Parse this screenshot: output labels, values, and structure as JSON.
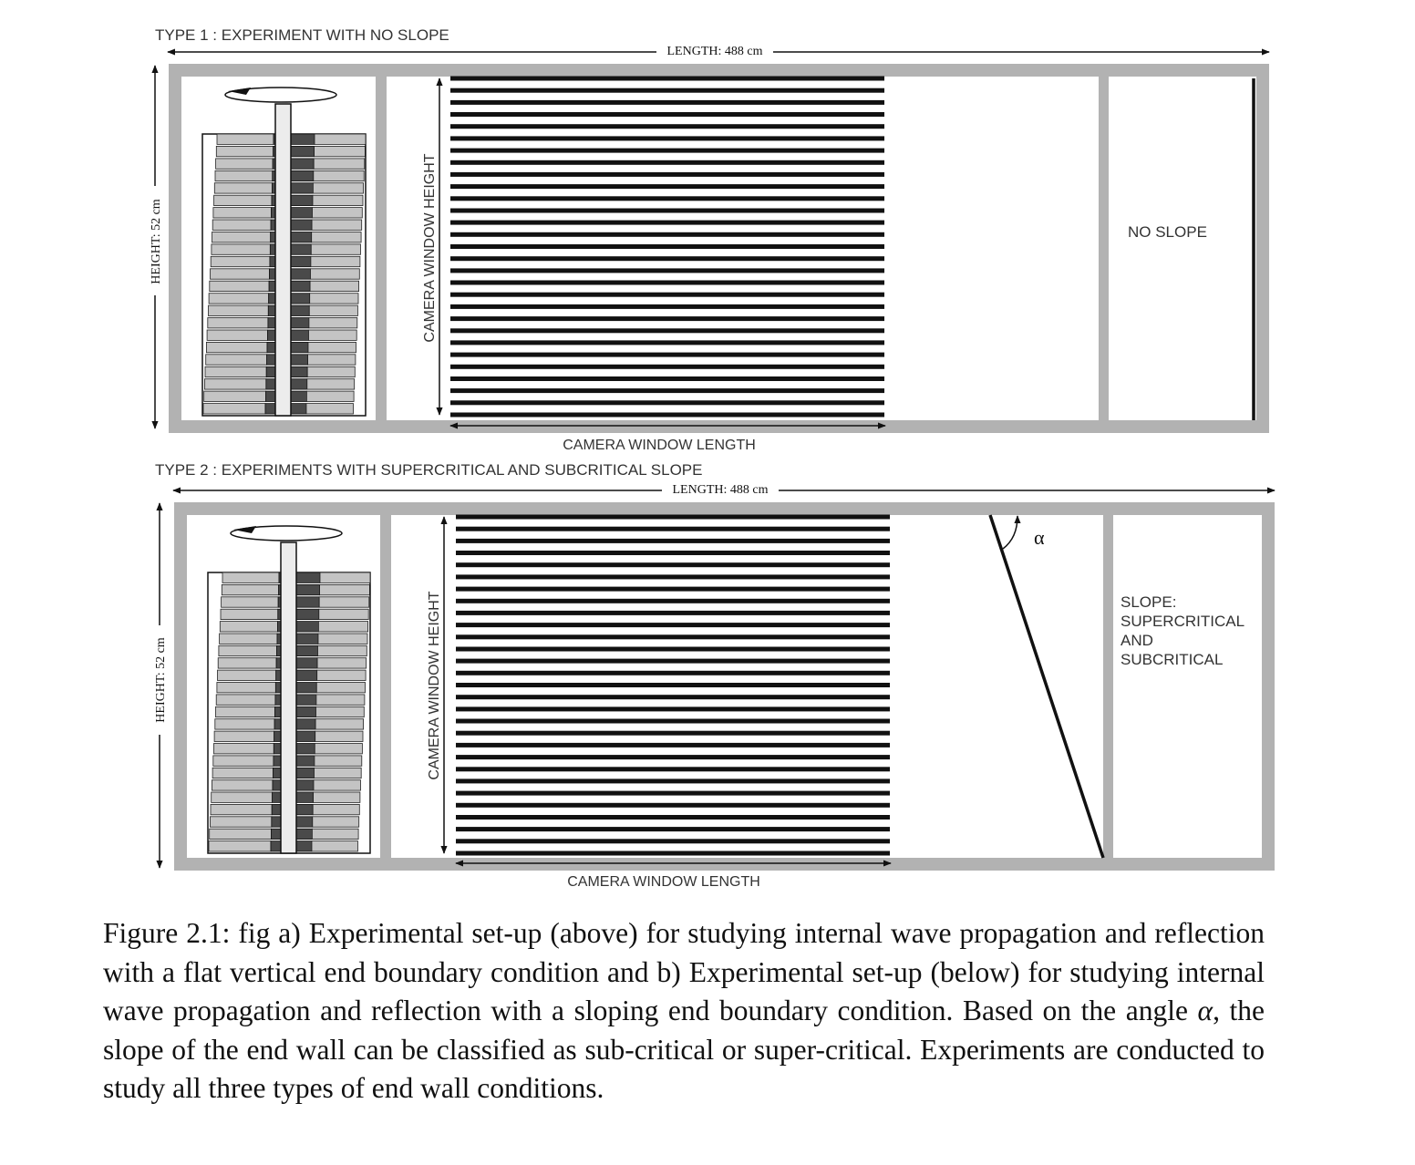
{
  "panels": [
    {
      "title": "TYPE 1 : EXPERIMENT WITH NO SLOPE",
      "length_label": "LENGTH: 488 cm",
      "height_label": "HEIGHT: 52 cm",
      "camera_height_label": "CAMERA WINDOW HEIGHT",
      "camera_length_label": "CAMERA WINDOW LENGTH",
      "end_label": [
        "NO SLOPE"
      ]
    },
    {
      "title": "TYPE 2 : EXPERIMENTS WITH SUPERCRITICAL AND SUBCRITICAL SLOPE",
      "length_label": "LENGTH: 488 cm",
      "height_label": "HEIGHT: 52 cm",
      "camera_height_label": "CAMERA WINDOW HEIGHT",
      "camera_length_label": "CAMERA WINDOW LENGTH",
      "angle_label": "α",
      "end_label": [
        "SLOPE:",
        "SUPERCRITICAL",
        "AND",
        "SUBCRITICAL"
      ]
    }
  ],
  "caption": {
    "part1": "Figure 2.1: fig a) Experimental set-up (above) for studying internal wave propagation and reflection with a flat vertical end boundary condition and b) Experimental set-up (below) for studying internal wave propagation and reflection with a sloping end boundary condition. Based on the angle ",
    "alpha": "α",
    "part2": ", the slope of the end wall can be classified as sub-critical or super-critical. Experiments are conducted to study all three types of end wall conditions."
  }
}
